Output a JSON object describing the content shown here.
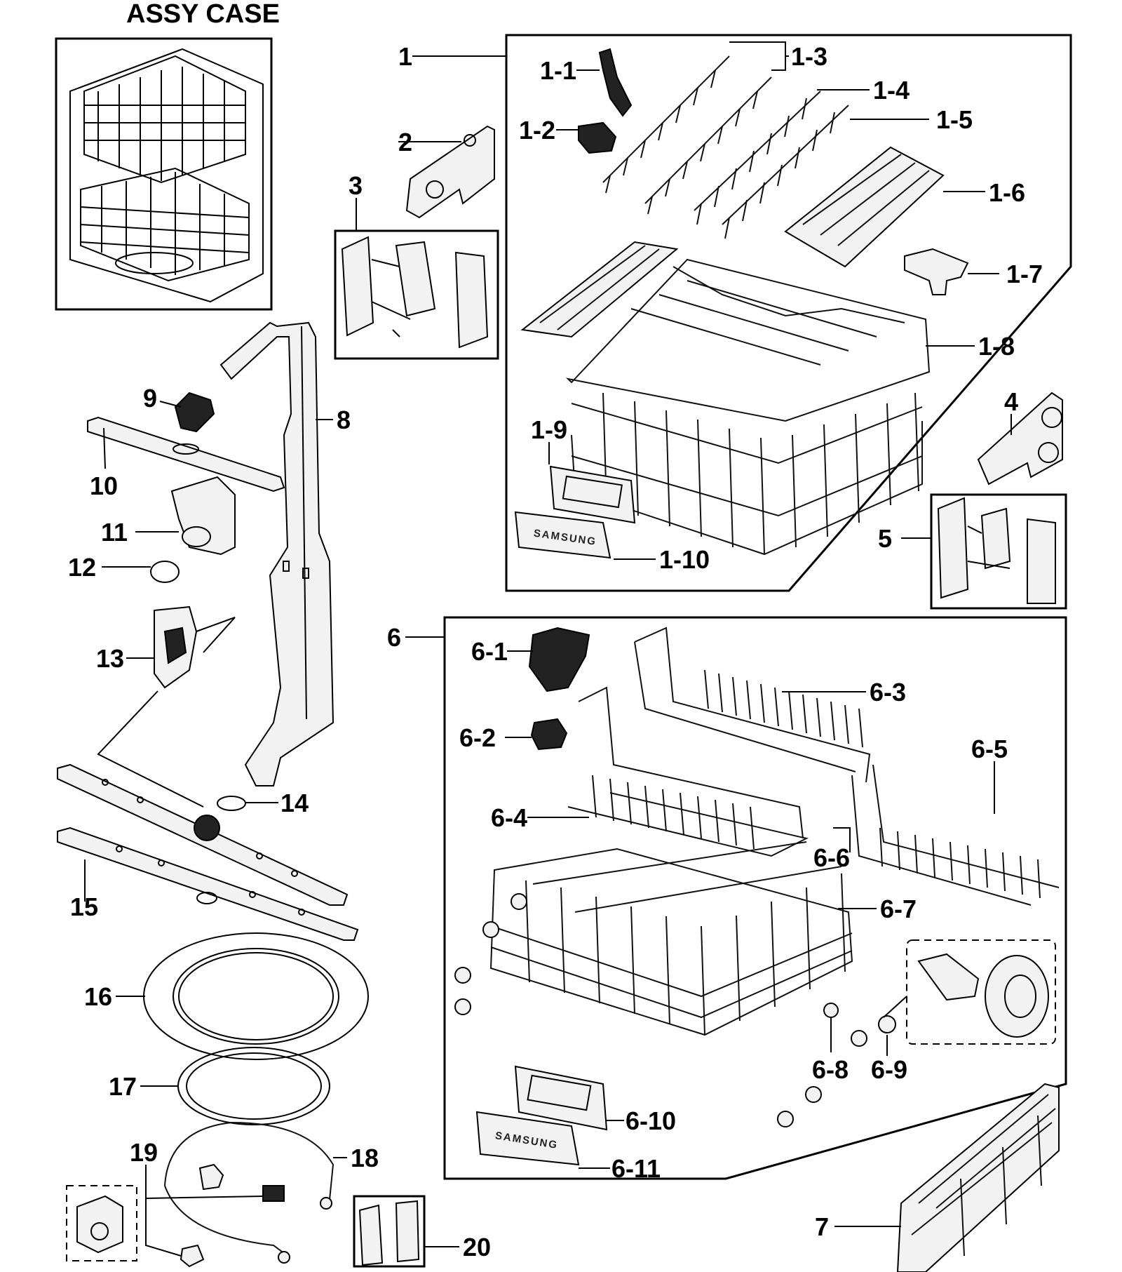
{
  "title": "ASSY CASE",
  "brand_mark": "SAMSUNG",
  "callouts": [
    "1",
    "1-1",
    "1-2",
    "1-3",
    "1-4",
    "1-5",
    "1-6",
    "1-7",
    "1-8",
    "1-9",
    "1-10",
    "2",
    "3",
    "4",
    "5",
    "6",
    "6-1",
    "6-2",
    "6-3",
    "6-4",
    "6-5",
    "6-6",
    "6-7",
    "6-8",
    "6-9",
    "6-10",
    "6-11",
    "7",
    "8",
    "9",
    "10",
    "11",
    "12",
    "13",
    "14",
    "15",
    "16",
    "17",
    "18",
    "19",
    "20"
  ]
}
